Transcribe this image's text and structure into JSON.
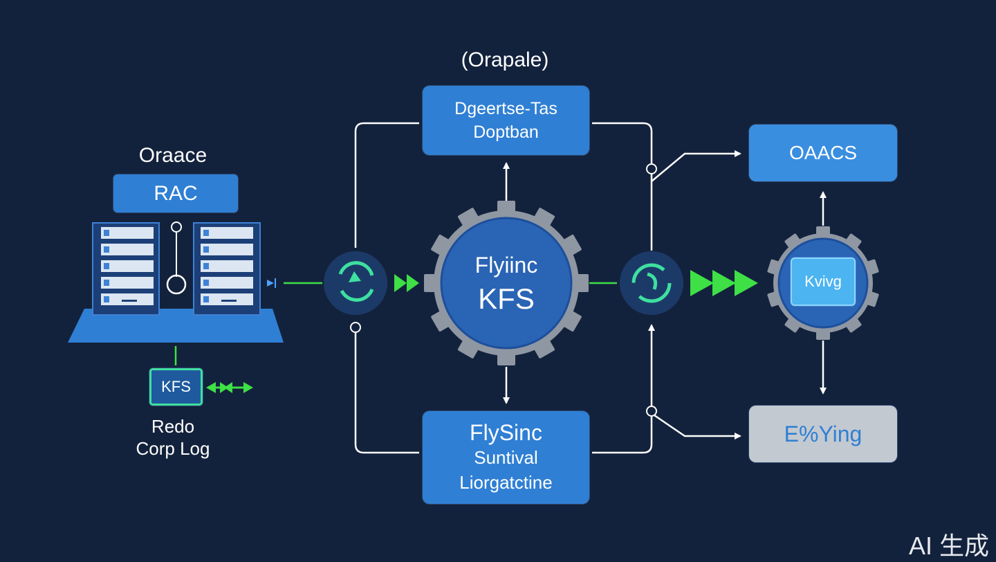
{
  "header": {
    "top_title": "(Orapale)"
  },
  "source": {
    "title": "Oraace",
    "cluster_label": "RAC",
    "kfs_label": "KFS",
    "log_line1": "Redo",
    "log_line2": "Corp Log"
  },
  "core": {
    "top_box_line1": "Dgeertse-Tas",
    "top_box_line2": "Doptban",
    "gear_line1": "Flyiinc",
    "gear_line2": "KFS",
    "bottom_box_line1": "FlySinc",
    "bottom_box_line2": "Suntival",
    "bottom_box_line3": "Liorgatctine"
  },
  "targets": {
    "top_label": "OAACS",
    "gear_label": "Kvivg",
    "bottom_label": "E%Ying"
  },
  "watermark": "AI 生成",
  "colors": {
    "background": "#13223c",
    "box_blue": "#2f7fd4",
    "gear_gray": "#8f97a3",
    "gear_blue": "#2a64b5",
    "accent_green": "#3ee046",
    "target_gray": "#c3c9d1"
  }
}
